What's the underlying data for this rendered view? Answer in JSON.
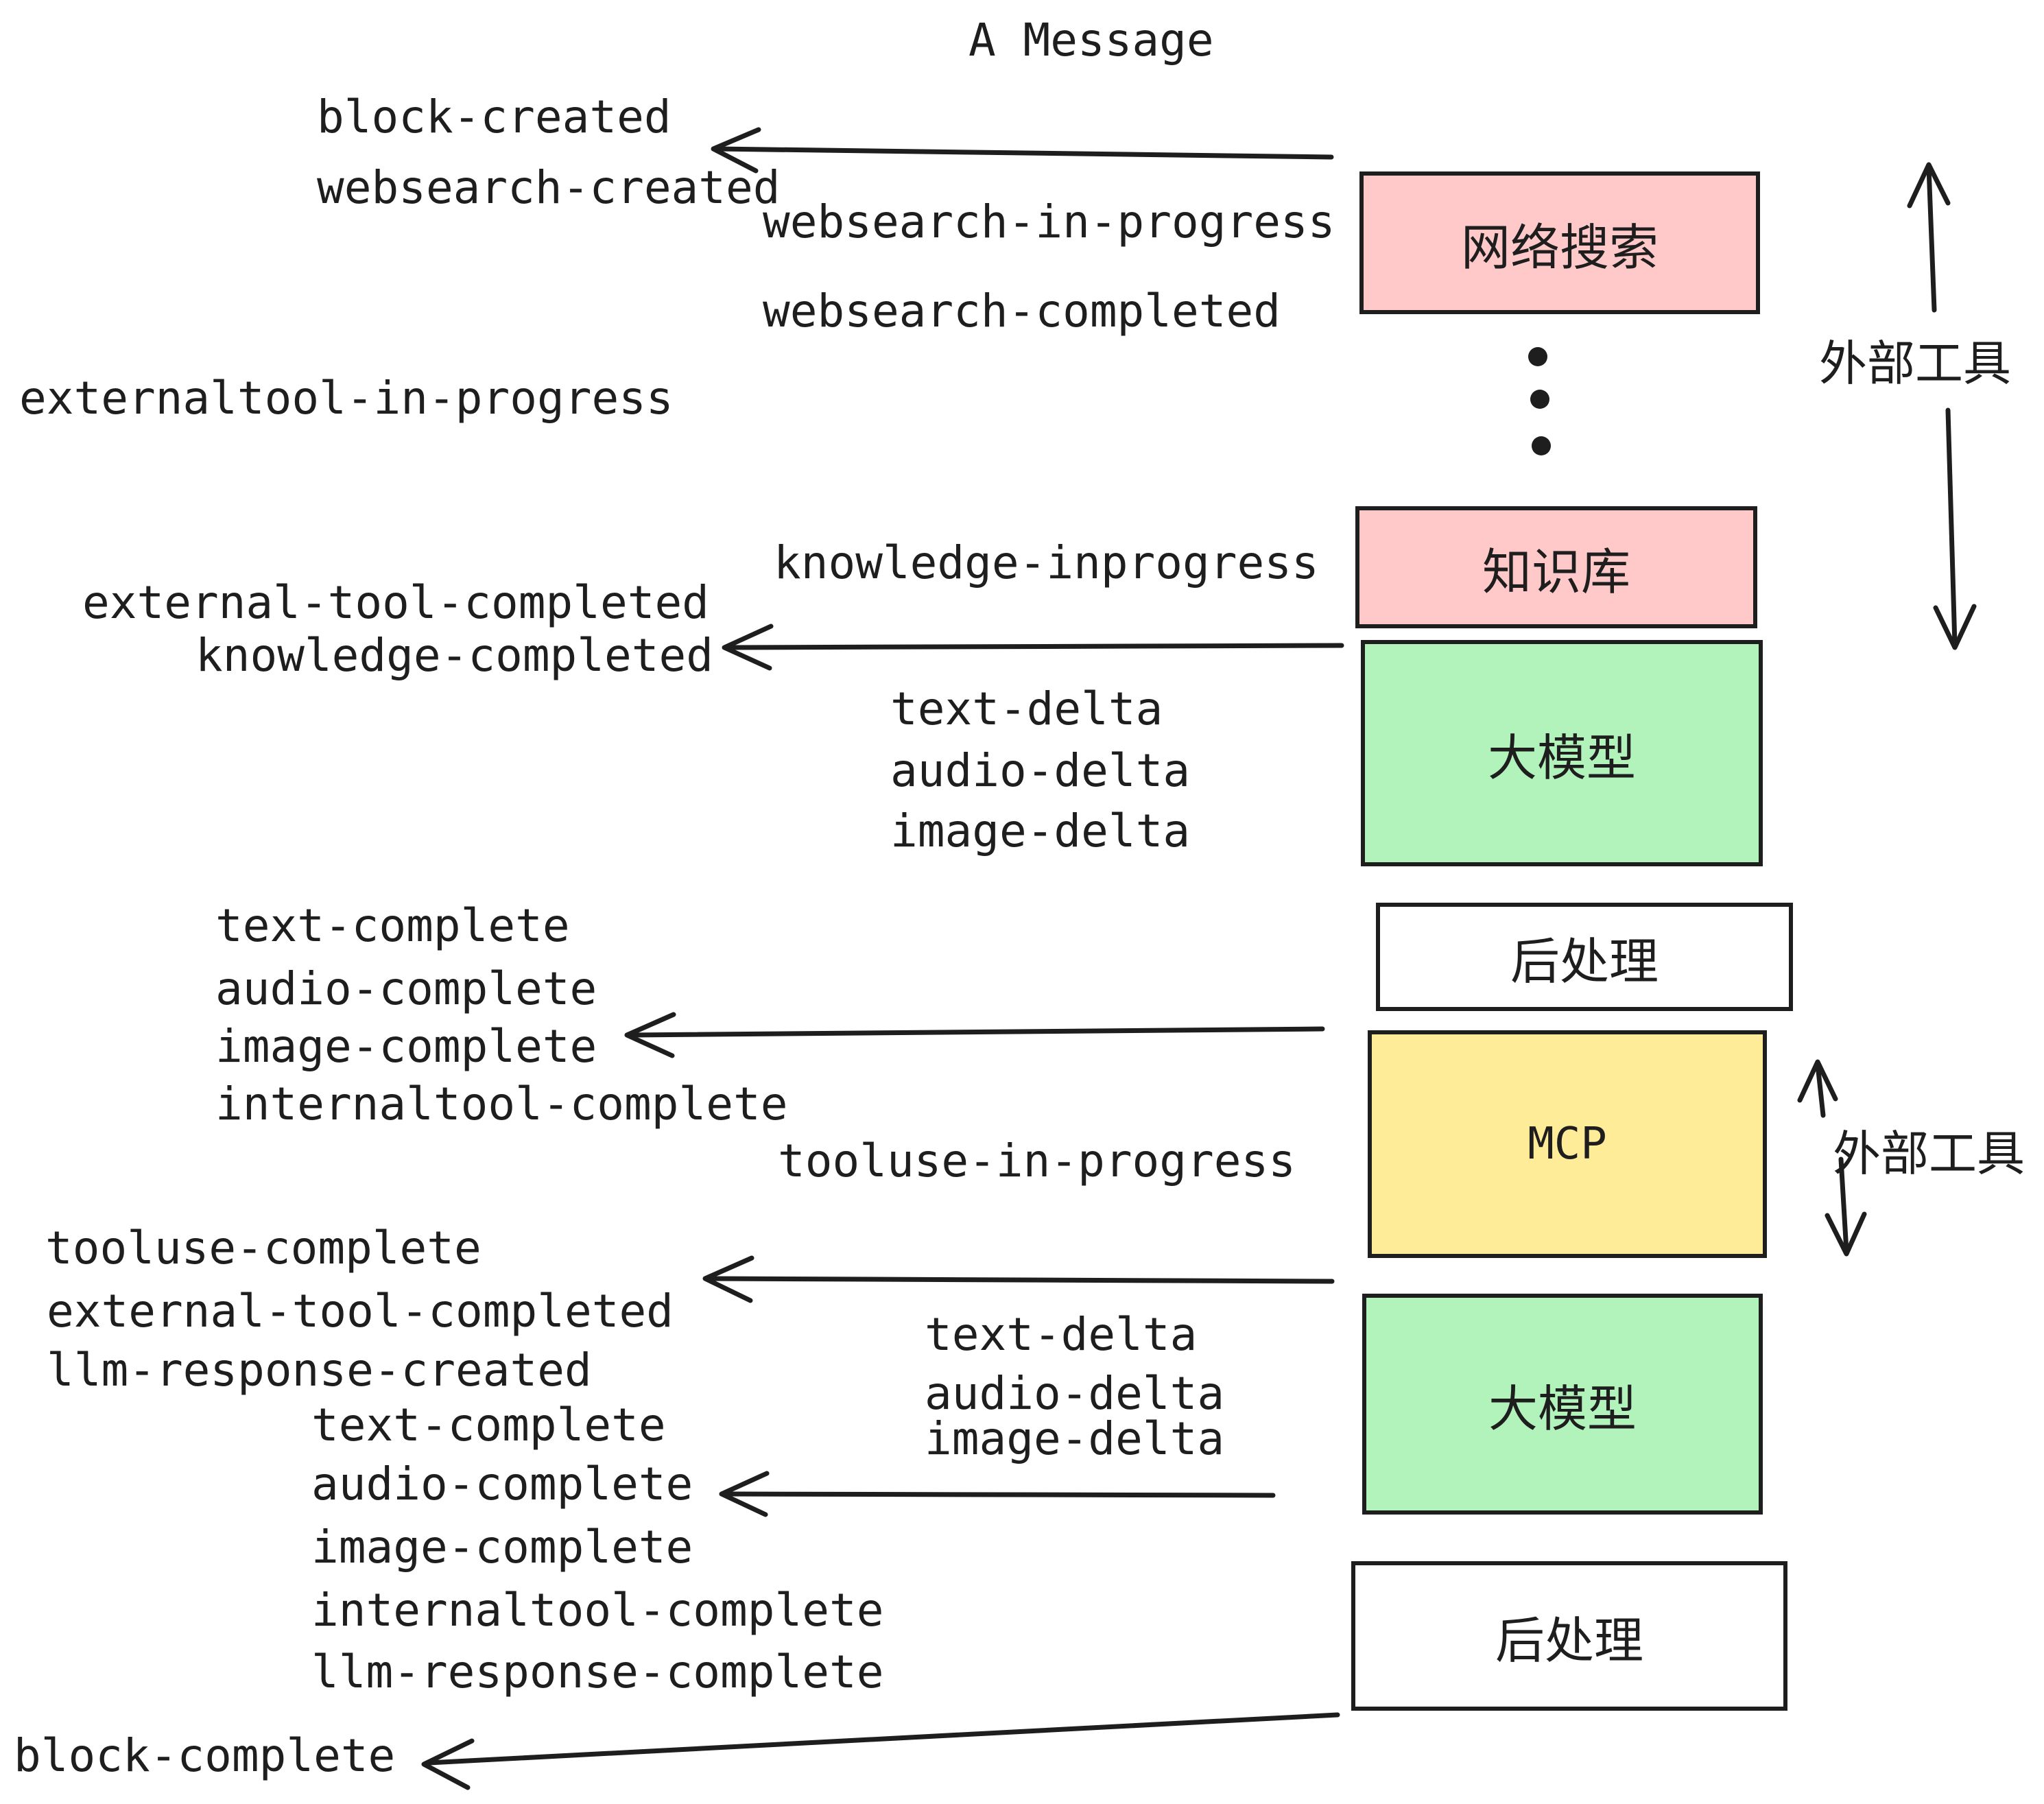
{
  "title": "A Message",
  "colors": {
    "background": "#ffffff",
    "stroke": "#1e1e1e",
    "node_pink": "#ffc9c9",
    "node_green": "#b2f2bb",
    "node_yellow": "#ffec99",
    "node_white": "#ffffff"
  },
  "nodes": [
    {
      "label": "网络搜索"
    },
    {
      "label": "知识库"
    },
    {
      "label": "大模型"
    },
    {
      "label": "后处理"
    },
    {
      "label": "MCP"
    },
    {
      "label": "大模型"
    },
    {
      "label": "后处理"
    }
  ],
  "side_labels": [
    {
      "label": "外部工具"
    },
    {
      "label": "外部工具"
    }
  ],
  "events": {
    "block_created": "block-created",
    "websearch_created": "websearch-created",
    "websearch_in_progress": "websearch-in-progress",
    "websearch_completed": "websearch-completed",
    "externaltool_in_progress": "externaltool-in-progress",
    "knowledge_inprogress": "knowledge-inprogress",
    "external_tool_completed_1": "external-tool-completed",
    "knowledge_completed": "knowledge-completed",
    "text_delta_1": "text-delta",
    "audio_delta_1": "audio-delta",
    "image_delta_1": "image-delta",
    "text_complete_1": "text-complete",
    "audio_complete_1": "audio-complete",
    "image_complete_1": "image-complete",
    "internaltool_complete_1": "internaltool-complete",
    "tooluse_in_progress": "tooluse-in-progress",
    "tooluse_complete": "tooluse-complete",
    "external_tool_completed_2": "external-tool-completed",
    "llm_response_created": "llm-response-created",
    "text_complete_2": "text-complete",
    "text_delta_2": "text-delta",
    "audio_delta_2": "audio-delta",
    "image_delta_2": "image-delta",
    "audio_complete_2": "audio-complete",
    "image_complete_2": "image-complete",
    "internaltool_complete_2": "internaltool-complete",
    "llm_response_complete": "llm-response-complete",
    "block_complete": "block-complete"
  }
}
